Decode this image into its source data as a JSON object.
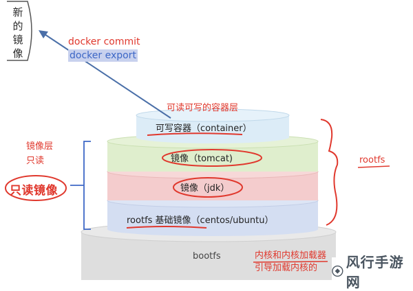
{
  "new_image_label": "新的镜像",
  "commands": {
    "commit": "docker commit",
    "export": "docker export"
  },
  "layers": {
    "readwrite_title": "可读可写的容器层",
    "readwrite": "可写容器（container）",
    "tomcat": "镜像（tomcat)",
    "jdk": "镜像（jdk）",
    "rootfs_base": "rootfs 基础镜像（centos/ubuntu）",
    "bootfs": "bootfs"
  },
  "annotations": {
    "image_layer": "镜像层",
    "readonly": "只读",
    "readonly_image": "只读镜像",
    "rootfs": "rootfs",
    "kernel": "内核和内核加载器",
    "kernel_boot": "引导加载内核的"
  },
  "watermark": "风行手游网",
  "colors": {
    "readwrite_fill": "#dcecf7",
    "tomcat_fill": "#dfeecd",
    "jdk_fill": "#f4cccd",
    "rootfs_fill": "#d4def2",
    "bootfs_fill": "#dedede",
    "annotation_red": "#e0382d",
    "command_blue": "#3d67c6"
  }
}
